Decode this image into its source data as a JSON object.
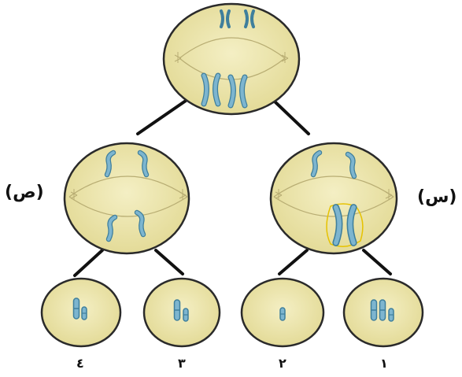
{
  "labels": {
    "left_cell": "(ص)",
    "right_cell": "(س)",
    "daughter_4": "٤",
    "daughter_3": "٣",
    "daughter_2": "٢",
    "daughter_1": "١"
  },
  "colors": {
    "cell_fill": "#e9e2a6",
    "cell_outline": "#2a2a2a",
    "chromosome": "#6fa9c4",
    "chromosome_edge": "#3f7f9c",
    "connector": "#111111",
    "highlight": "#e6c200"
  }
}
